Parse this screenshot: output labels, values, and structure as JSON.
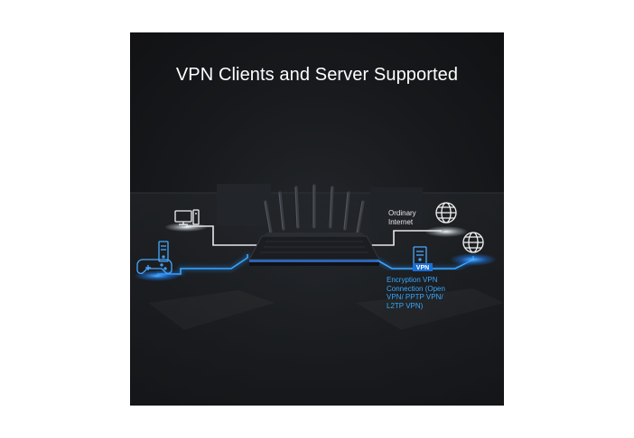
{
  "title": "VPN Clients and Server Supported",
  "labels": {
    "ordinary_internet": [
      "Ordinary",
      "Internet"
    ],
    "vpn_tag": "VPN",
    "encryption": [
      "Encryption VPN",
      "Connection (Open",
      "VPN/ PPTP VPN/",
      "L2TP VPN)"
    ]
  },
  "colors": {
    "background": "#17191c",
    "page": "#ffffff",
    "vpn_blue": "#1e90ff",
    "plain_line": "#e8e8e8"
  },
  "icons": [
    "desktop-computer-icon",
    "gamepad-icon",
    "server-icon",
    "globe-icon",
    "router-icon",
    "vpn-server-icon"
  ]
}
